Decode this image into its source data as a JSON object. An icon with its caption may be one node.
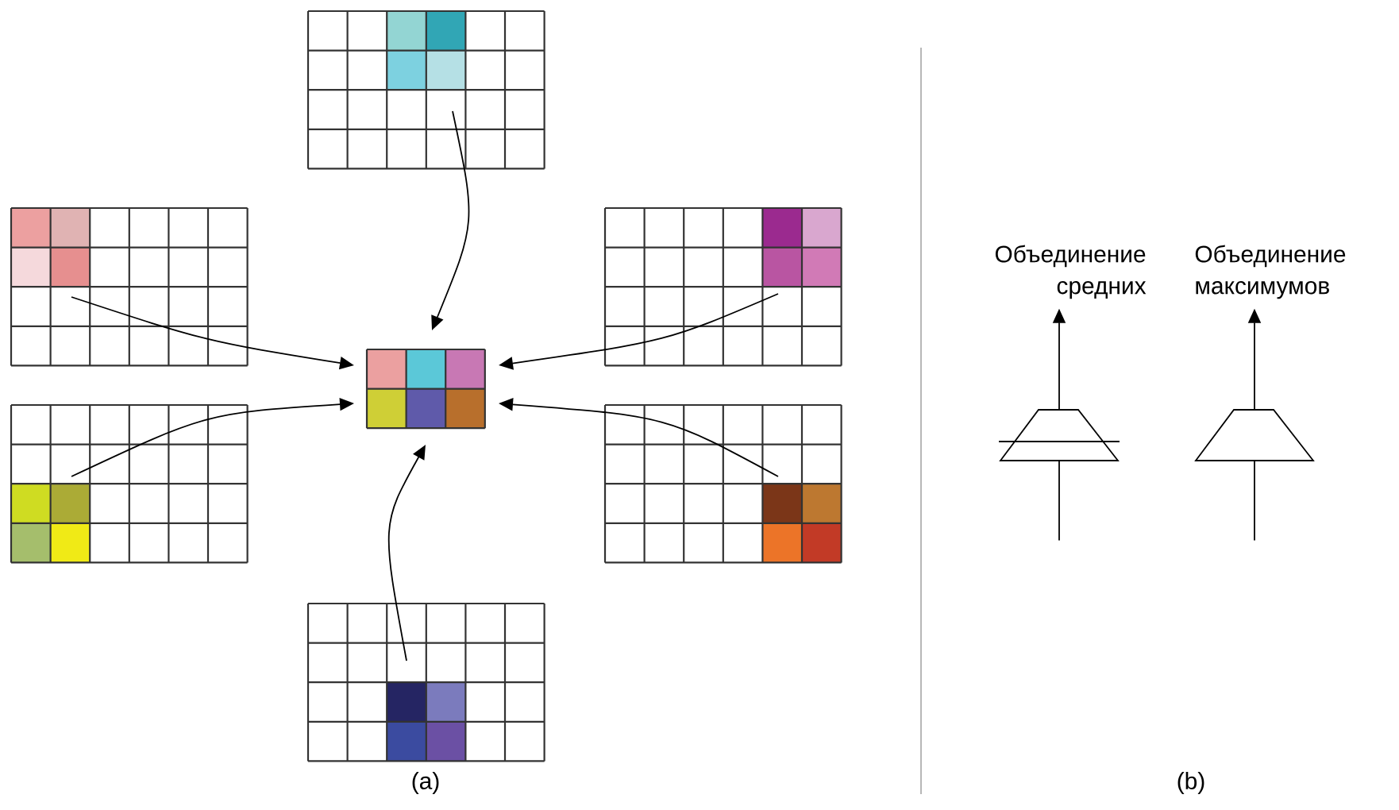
{
  "diagram": {
    "nodes": [
      {
        "text": [],
        "shape": "grid"
      },
      {
        "text": [],
        "shape": "grid"
      },
      {
        "text": [],
        "shape": "grid"
      },
      {
        "text": [],
        "shape": "grid"
      },
      {
        "text": [],
        "shape": "grid"
      },
      {
        "text": [],
        "shape": "grid"
      },
      {
        "text": [],
        "shape": "grid"
      },
      {
        "text": [
          "Объединение средних"
        ]
      },
      {
        "text": [
          "Объединение максимумов"
        ]
      },
      {
        "text": [],
        "shape": "trapezoid"
      },
      {
        "text": [],
        "shape": "trapezoid"
      }
    ],
    "edges": [
      {
        "from": 0,
        "to": 3,
        "arrow": "to"
      },
      {
        "from": 1,
        "to": 3,
        "arrow": "to"
      },
      {
        "from": 2,
        "to": 3,
        "arrow": "to"
      },
      {
        "from": 4,
        "to": 3,
        "arrow": "to"
      },
      {
        "from": 5,
        "to": 3,
        "arrow": "to"
      },
      {
        "from": 6,
        "to": 3,
        "arrow": "to"
      },
      {
        "from": 9,
        "to": 7,
        "arrow": "to"
      },
      {
        "from": 10,
        "to": 8,
        "arrow": "to"
      },
      {
        "from": null,
        "to": 9,
        "arrow": "none"
      },
      {
        "from": null,
        "to": 10,
        "arrow": "none"
      }
    ],
    "labels": [
      "(a)",
      "(b)"
    ]
  }
}
